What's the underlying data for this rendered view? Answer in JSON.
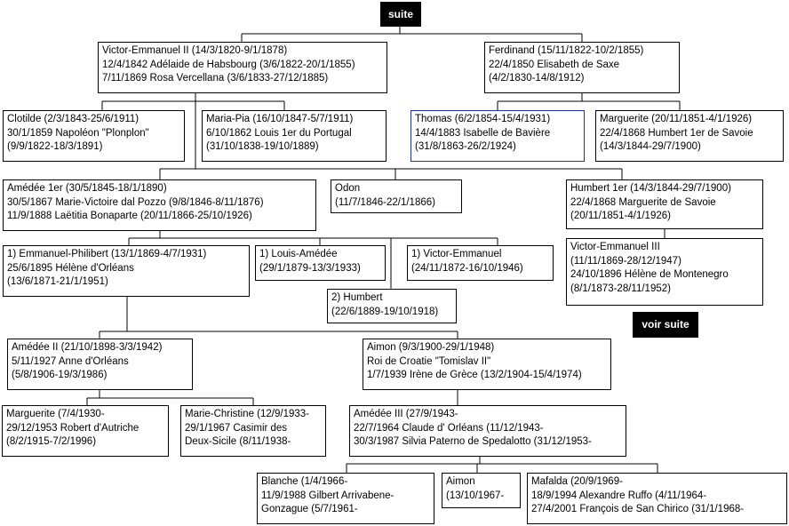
{
  "nav": {
    "top_label": "suite",
    "bottom_label": "voir suite"
  },
  "people": {
    "ve2": [
      "Victor-Emmanuel II (14/3/1820-9/1/1878)",
      "12/4/1842 Adélaide de Habsbourg (3/6/1822-20/1/1855)",
      "7/11/1869 Rosa Vercellana (3/6/1833-27/12/1885)"
    ],
    "ferdinand": [
      "Ferdinand (15/11/1822-10/2/1855)",
      "22/4/1850 Elisabeth de Saxe",
      "(4/2/1830-14/8/1912)"
    ],
    "clotilde": [
      "Clotilde (2/3/1843-25/6/1911)",
      "30/1/1859  Napoléon  \"Plonplon\"",
      "(9/9/1822-18/3/1891)"
    ],
    "mariapia": [
      "Maria-Pia (16/10/1847-5/7/1911)",
      "6/10/1862 Louis 1er du   Portugal",
      "(31/10/1838-19/10/1889)"
    ],
    "thomas": [
      "Thomas (6/2/1854-15/4/1931)",
      "14/4/1883 Isabelle de Bavière",
      "(31/8/1863-26/2/1924)"
    ],
    "marguerite1": [
      "Marguerite (20/11/1851-4/1/1926)",
      "22/4/1868 Humbert 1er de Savoie",
      "(14/3/1844-29/7/1900)"
    ],
    "amedee1": [
      "Amédée 1er (30/5/1845-18/1/1890)",
      "30/5/1867 Marie-Victoire dal Pozzo (9/8/1846-8/11/1876)",
      "11/9/1888 Laëtitia Bonaparte (20/11/1866-25/10/1926)"
    ],
    "odon": [
      "Odon",
      "(11/7/1846-22/1/1866)"
    ],
    "humbert1": [
      "Humbert 1er (14/3/1844-29/7/1900)",
      "22/4/1868 Marguerite de Savoie",
      "(20/11/1851-4/1/1926)"
    ],
    "ve3": [
      "Victor-Emmanuel III",
      "(11/11/1869-28/12/1947)",
      "24/10/1896 Hélène de Montenegro",
      "(8/1/1873-28/11/1952)"
    ],
    "emphil": [
      "1) Emmanuel-Philibert (13/1/1869-4/7/1931)",
      "25/6/1895 Hélène d'Orléans",
      "(13/6/1871-21/1/1951)"
    ],
    "louisamedee": [
      "1) Louis-Amédée",
      "(29/1/1879-13/3/1933)"
    ],
    "victoremm": [
      "1) Victor-Emmanuel",
      "(24/11/1872-16/10/1946)"
    ],
    "humbert2": [
      "2) Humbert",
      "(22/6/1889-19/10/1918)"
    ],
    "amedee2": [
      "Amédée II (21/10/1898-3/3/1942)",
      "5/11/1927 Anne d'Orléans",
      "(5/8/1906-19/3/1986)"
    ],
    "aimon1": [
      "Aimon (9/3/1900-29/1/1948)",
      "Roi de Croatie   \"Tomislav II\"",
      "1/7/1939 Irène de Grèce (13/2/1904-15/4/1974)"
    ],
    "marguerite2": [
      "Marguerite (7/4/1930-",
      "29/12/1953 Robert d'Autriche",
      "(8/2/1915-7/2/1996)"
    ],
    "mariechristine": [
      "Marie-Christine (12/9/1933-",
      "29/1/1967 Casimir des",
      "Deux-Sicile (8/11/1938-"
    ],
    "amedee3": [
      "Amédée III (27/9/1943-",
      "22/7/1964 Claude d' Orléans  (11/12/1943-",
      "30/3/1987 Silvia Paterno de Spedalotto (31/12/1953-"
    ],
    "blanche": [
      "Blanche (1/4/1966-",
      "11/9/1988 Gilbert Arrivabene-",
      "Gonzague (5/7/1961-"
    ],
    "aimon2": [
      "Aimon",
      "(13/10/1967-"
    ],
    "mafalda": [
      "Mafalda (20/9/1969-",
      "18/9/1994 Alexandre Ruffo (4/11/1964-",
      "27/4/2001 François de San Chirico (31/1/1968-"
    ]
  }
}
